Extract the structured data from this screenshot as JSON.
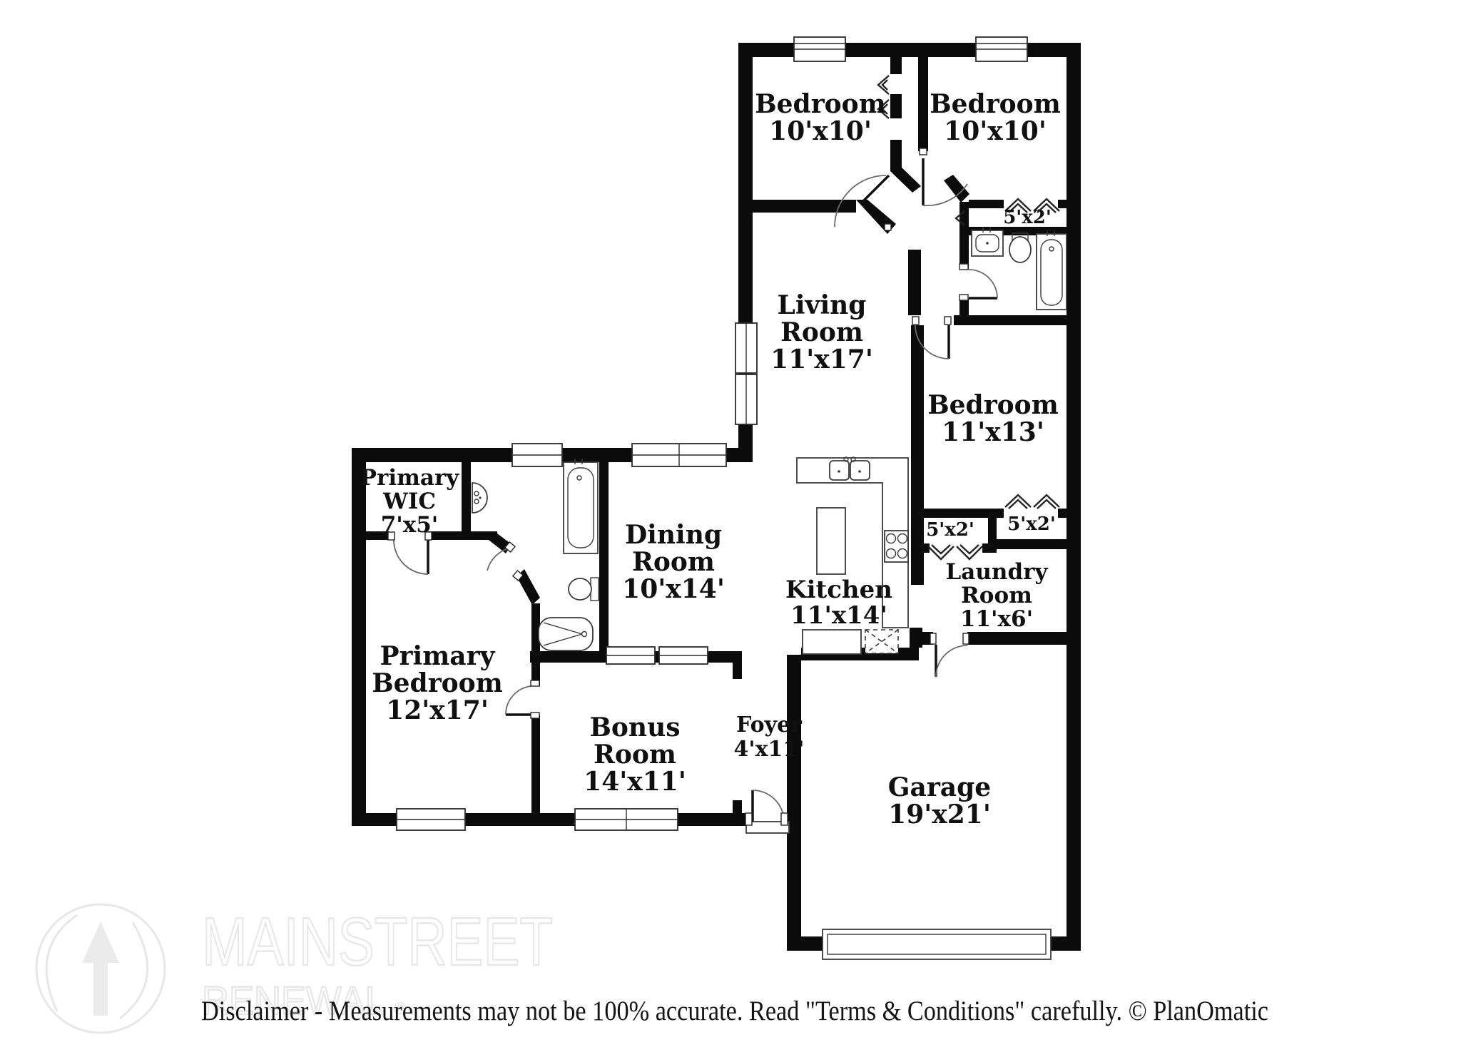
{
  "floor_plan": {
    "rooms": {
      "bedroom_top_left": {
        "name": "Bedroom",
        "dims": "10'x10'"
      },
      "bedroom_top_right": {
        "name": "Bedroom",
        "dims": "10'x10'"
      },
      "living_room": {
        "name_line1": "Living",
        "name_line2": "Room",
        "dims": "11'x17'"
      },
      "bedroom_right": {
        "name": "Bedroom",
        "dims": "11'x13'"
      },
      "primary_wic": {
        "name_line1": "Primary",
        "name_line2": "WIC",
        "dims": "7'x5'"
      },
      "dining_room": {
        "name_line1": "Dining",
        "name_line2": "Room",
        "dims": "10'x14'"
      },
      "kitchen": {
        "name": "Kitchen",
        "dims": "11'x14'"
      },
      "laundry_room": {
        "name_line1": "Laundry",
        "name_line2": "Room",
        "dims": "11'x6'"
      },
      "primary_bedroom": {
        "name_line1": "Primary",
        "name_line2": "Bedroom",
        "dims": "12'x17'"
      },
      "bonus_room": {
        "name_line1": "Bonus",
        "name_line2": "Room",
        "dims": "14'x11'"
      },
      "foyer": {
        "name": "Foyer",
        "dims": "4'x11'"
      },
      "garage": {
        "name": "Garage",
        "dims": "19'x21'"
      }
    },
    "closets": {
      "hall_bath_closet": "5'x2'",
      "laundry_closet": "5'x2'",
      "bedroom_closet": "5'x2'"
    },
    "colors": {
      "wall": "#0b0b0b",
      "watermark": "#e7e7e7"
    }
  },
  "watermark": {
    "brand_line1": "MAINSTREET",
    "brand_line2": "RENEWAL",
    "registered_mark": "®"
  },
  "footer": {
    "disclaimer": "Disclaimer - Measurements may not be 100% accurate. Read \"Terms & Conditions\" carefully. © PlanOmatic"
  }
}
